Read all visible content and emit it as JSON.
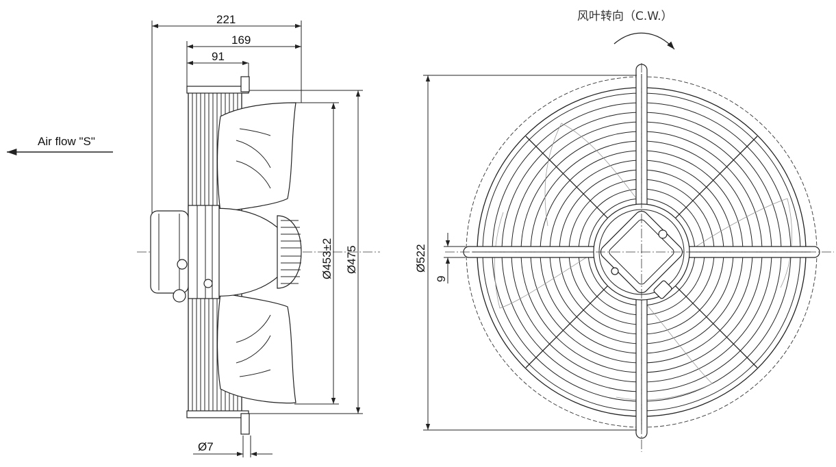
{
  "side_view": {
    "dim_overall_depth": "221",
    "dim_guard_depth": "169",
    "dim_motor_offset": "91",
    "dim_impeller_dia": "Ø453±2",
    "dim_housing_dia": "Ø475",
    "dim_hole_dia": "Ø7",
    "airflow_label": "Air flow \"S\""
  },
  "front_view": {
    "rotation_label": "风叶转向（C.W.）",
    "dim_guard_dia": "Ø522",
    "dim_offset": "9"
  }
}
